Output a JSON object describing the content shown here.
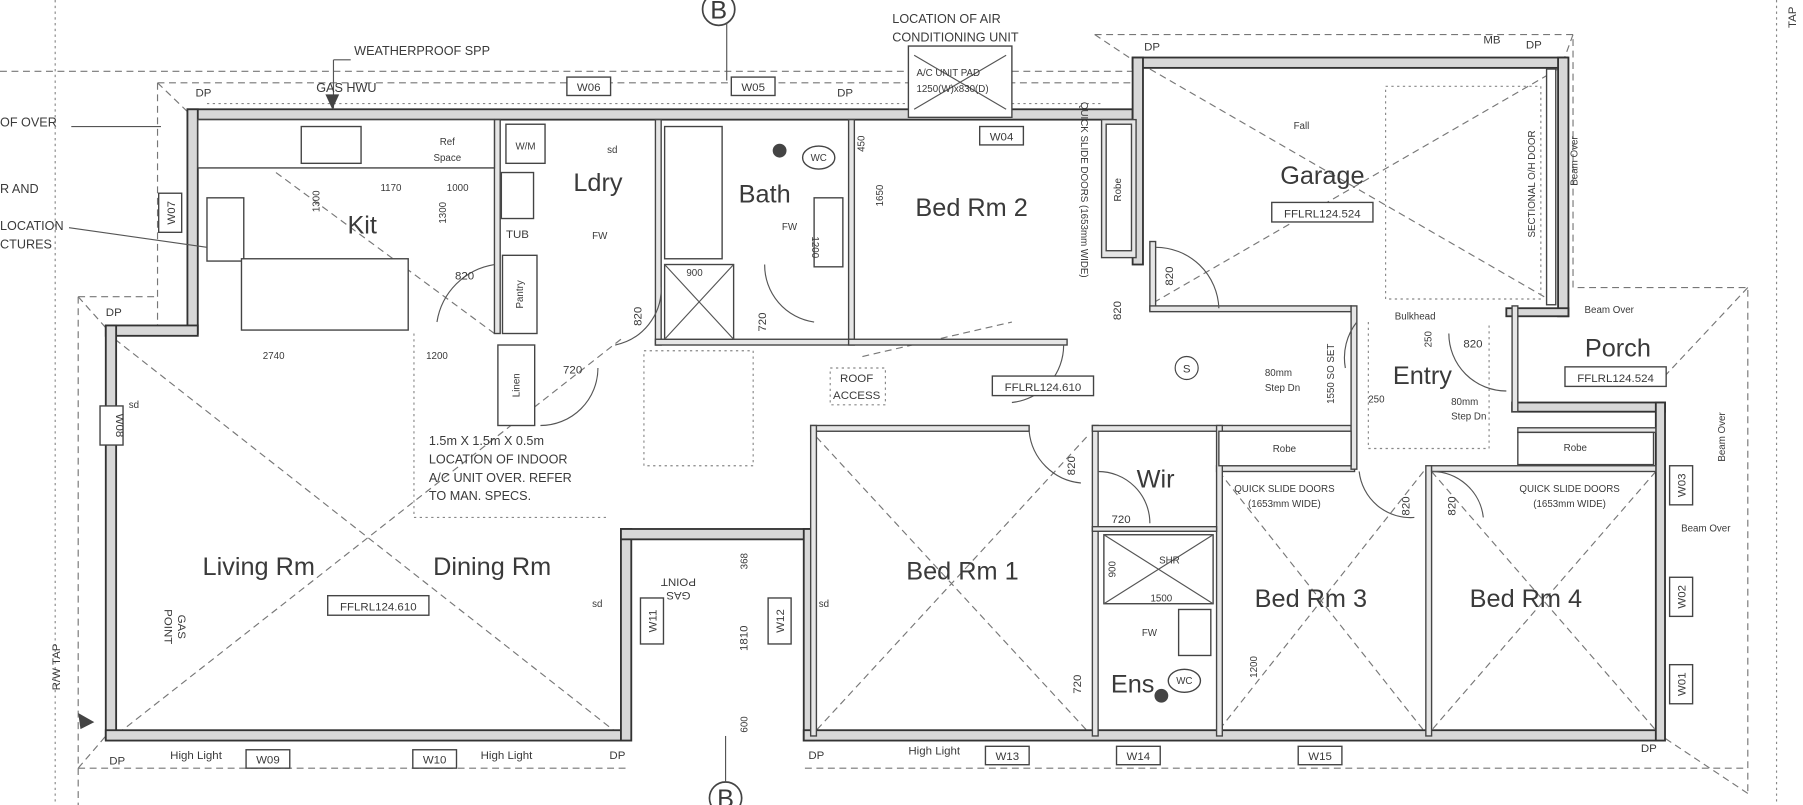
{
  "rooms": [
    "Kit",
    "Ldry",
    "Bath",
    "Bed Rm 2",
    "Garage",
    "Entry",
    "Porch",
    "Living Rm",
    "Dining Rm",
    "Bed Rm 1",
    "Wir",
    "Bed Rm 3",
    "Bed Rm 4",
    "Ens"
  ],
  "windows": [
    "W01",
    "W02",
    "W03",
    "W04",
    "W05",
    "W06",
    "W07",
    "W08",
    "W09",
    "W10",
    "W11",
    "W12",
    "W13",
    "W14",
    "W15"
  ],
  "levels": [
    "FFLRL124.524",
    "FFLRL124.524",
    "FFLRL124.610",
    "FFLRL124.610"
  ],
  "section_marker": "B",
  "notes": {
    "weatherproof": "WEATHERPROOF SPP",
    "gas_hwu": "GAS HWU",
    "ac_location_1": "LOCATION OF AIR",
    "ac_location_2": "CONDITIONING UNIT",
    "ac_pad_1": "A/C UNIT PAD",
    "ac_pad_2": "1250(W)x830(D)",
    "of_over": "OF OVER",
    "r_and": "R AND",
    "location": "LOCATION",
    "ctures": "CTURES",
    "indoor_1": "1.5m X 1.5m X 0.5m",
    "indoor_2": "LOCATION OF INDOOR",
    "indoor_3": "A/C UNIT OVER. REFER",
    "indoor_4": "TO MAN. SPECS.",
    "roof_access_1": "ROOF",
    "roof_access_2": "ACCESS",
    "gas_point_1": "GAS",
    "gas_point_2": "POINT",
    "quick_slide_1": "QUICK SLIDE DOORS",
    "quick_slide_2": "(1653mm WIDE)",
    "quick_slide_v": "QUICK SLIDE DOORS (1653mm WIDE)",
    "step_dn_1": "80mm",
    "step_dn_2": "Step Dn",
    "bulkhead": "Bulkhead",
    "so_set": "1550 SO SET",
    "fall": "Fall",
    "oh_door": "SECTIONAL O/H DOOR",
    "beam_over": "Beam Over",
    "high_light": "High Light",
    "rw_tap": "R/W TAP",
    "tap": "TAP",
    "mb": "MB",
    "dp": "DP",
    "sd": "sd",
    "fw": "FW",
    "robe": "Robe",
    "ref_space_1": "Ref",
    "ref_space_2": "Space",
    "tub": "TUB",
    "pantry": "Pantry",
    "linen": "Linen",
    "wm": "W/M",
    "wc": "WC",
    "shr": "SHR",
    "gas_symbol": "S"
  },
  "dims": [
    "1170",
    "1000",
    "1300",
    "1300",
    "820",
    "2740",
    "1200",
    "720",
    "820",
    "720",
    "1650",
    "1200",
    "450",
    "820",
    "820",
    "820",
    "900",
    "1810",
    "368",
    "720",
    "1500",
    "1200",
    "820",
    "820",
    "820",
    "250",
    "250",
    "900",
    "720",
    "600"
  ]
}
